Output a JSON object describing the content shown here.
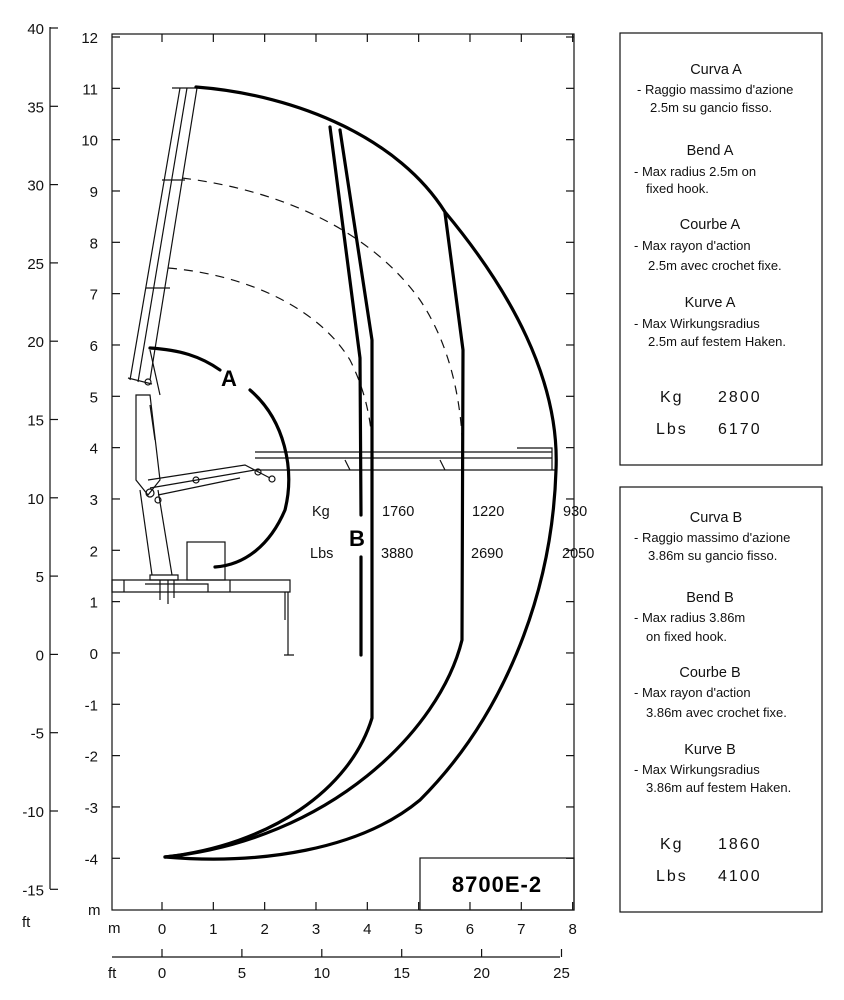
{
  "model_label": "8700E-2",
  "axes": {
    "left_ft_ticks": [
      "40",
      "35",
      "30",
      "25",
      "20",
      "15",
      "10",
      "5",
      "0",
      "-5",
      "-10",
      "-15"
    ],
    "left_ft_unit": "ft",
    "left_m_ticks": [
      "12",
      "11",
      "10",
      "9",
      "8",
      "7",
      "6",
      "5",
      "4",
      "3",
      "2",
      "1",
      "0",
      "-1",
      "-2",
      "-3",
      "-4"
    ],
    "left_m_unit": "m",
    "bottom_m_unit": "m",
    "bottom_m_ticks": [
      "0",
      "1",
      "2",
      "3",
      "4",
      "5",
      "6",
      "7",
      "8"
    ],
    "bottom_ft_unit": "ft",
    "bottom_ft_ticks": [
      "0",
      "5",
      "10",
      "15",
      "20",
      "25"
    ]
  },
  "curve_labels": {
    "a": "A",
    "b": "B"
  },
  "load_table": {
    "kg_label": "Kg",
    "lbs_label": "Lbs",
    "kg_values": [
      "1760",
      "1220",
      "930"
    ],
    "lbs_values": [
      "3880",
      "2690",
      "2050"
    ]
  },
  "box_a": {
    "it_title": "Curva A",
    "it_line1": "- Raggio massimo d'azione",
    "it_line2": "2.5m su gancio fisso.",
    "en_title": "Bend A",
    "en_line1": "- Max radius 2.5m on",
    "en_line2": "fixed hook.",
    "fr_title": "Courbe A",
    "fr_line1": "- Max rayon d'action",
    "fr_line2": "2.5m avec crochet fixe.",
    "de_title": "Kurve A",
    "de_line1": "- Max Wirkungsradius",
    "de_line2": "2.5m auf festem Haken.",
    "kg_label": "Kg",
    "kg_value": "2800",
    "lbs_label": "Lbs",
    "lbs_value": "6170"
  },
  "box_b": {
    "it_title": "Curva B",
    "it_line1": "- Raggio massimo d'azione",
    "it_line2": "3.86m su gancio fisso.",
    "en_title": "Bend B",
    "en_line1": "- Max radius 3.86m",
    "en_line2": "on fixed hook.",
    "fr_title": "Courbe B",
    "fr_line1": "- Max rayon d'action",
    "fr_line2": "3.86m avec crochet fixe.",
    "de_title": "Kurve B",
    "de_line1": "- Max Wirkungsradius",
    "de_line2": "3.86m auf festem Haken.",
    "kg_label": "Kg",
    "kg_value": "1860",
    "lbs_label": "Lbs",
    "lbs_value": "4100"
  }
}
